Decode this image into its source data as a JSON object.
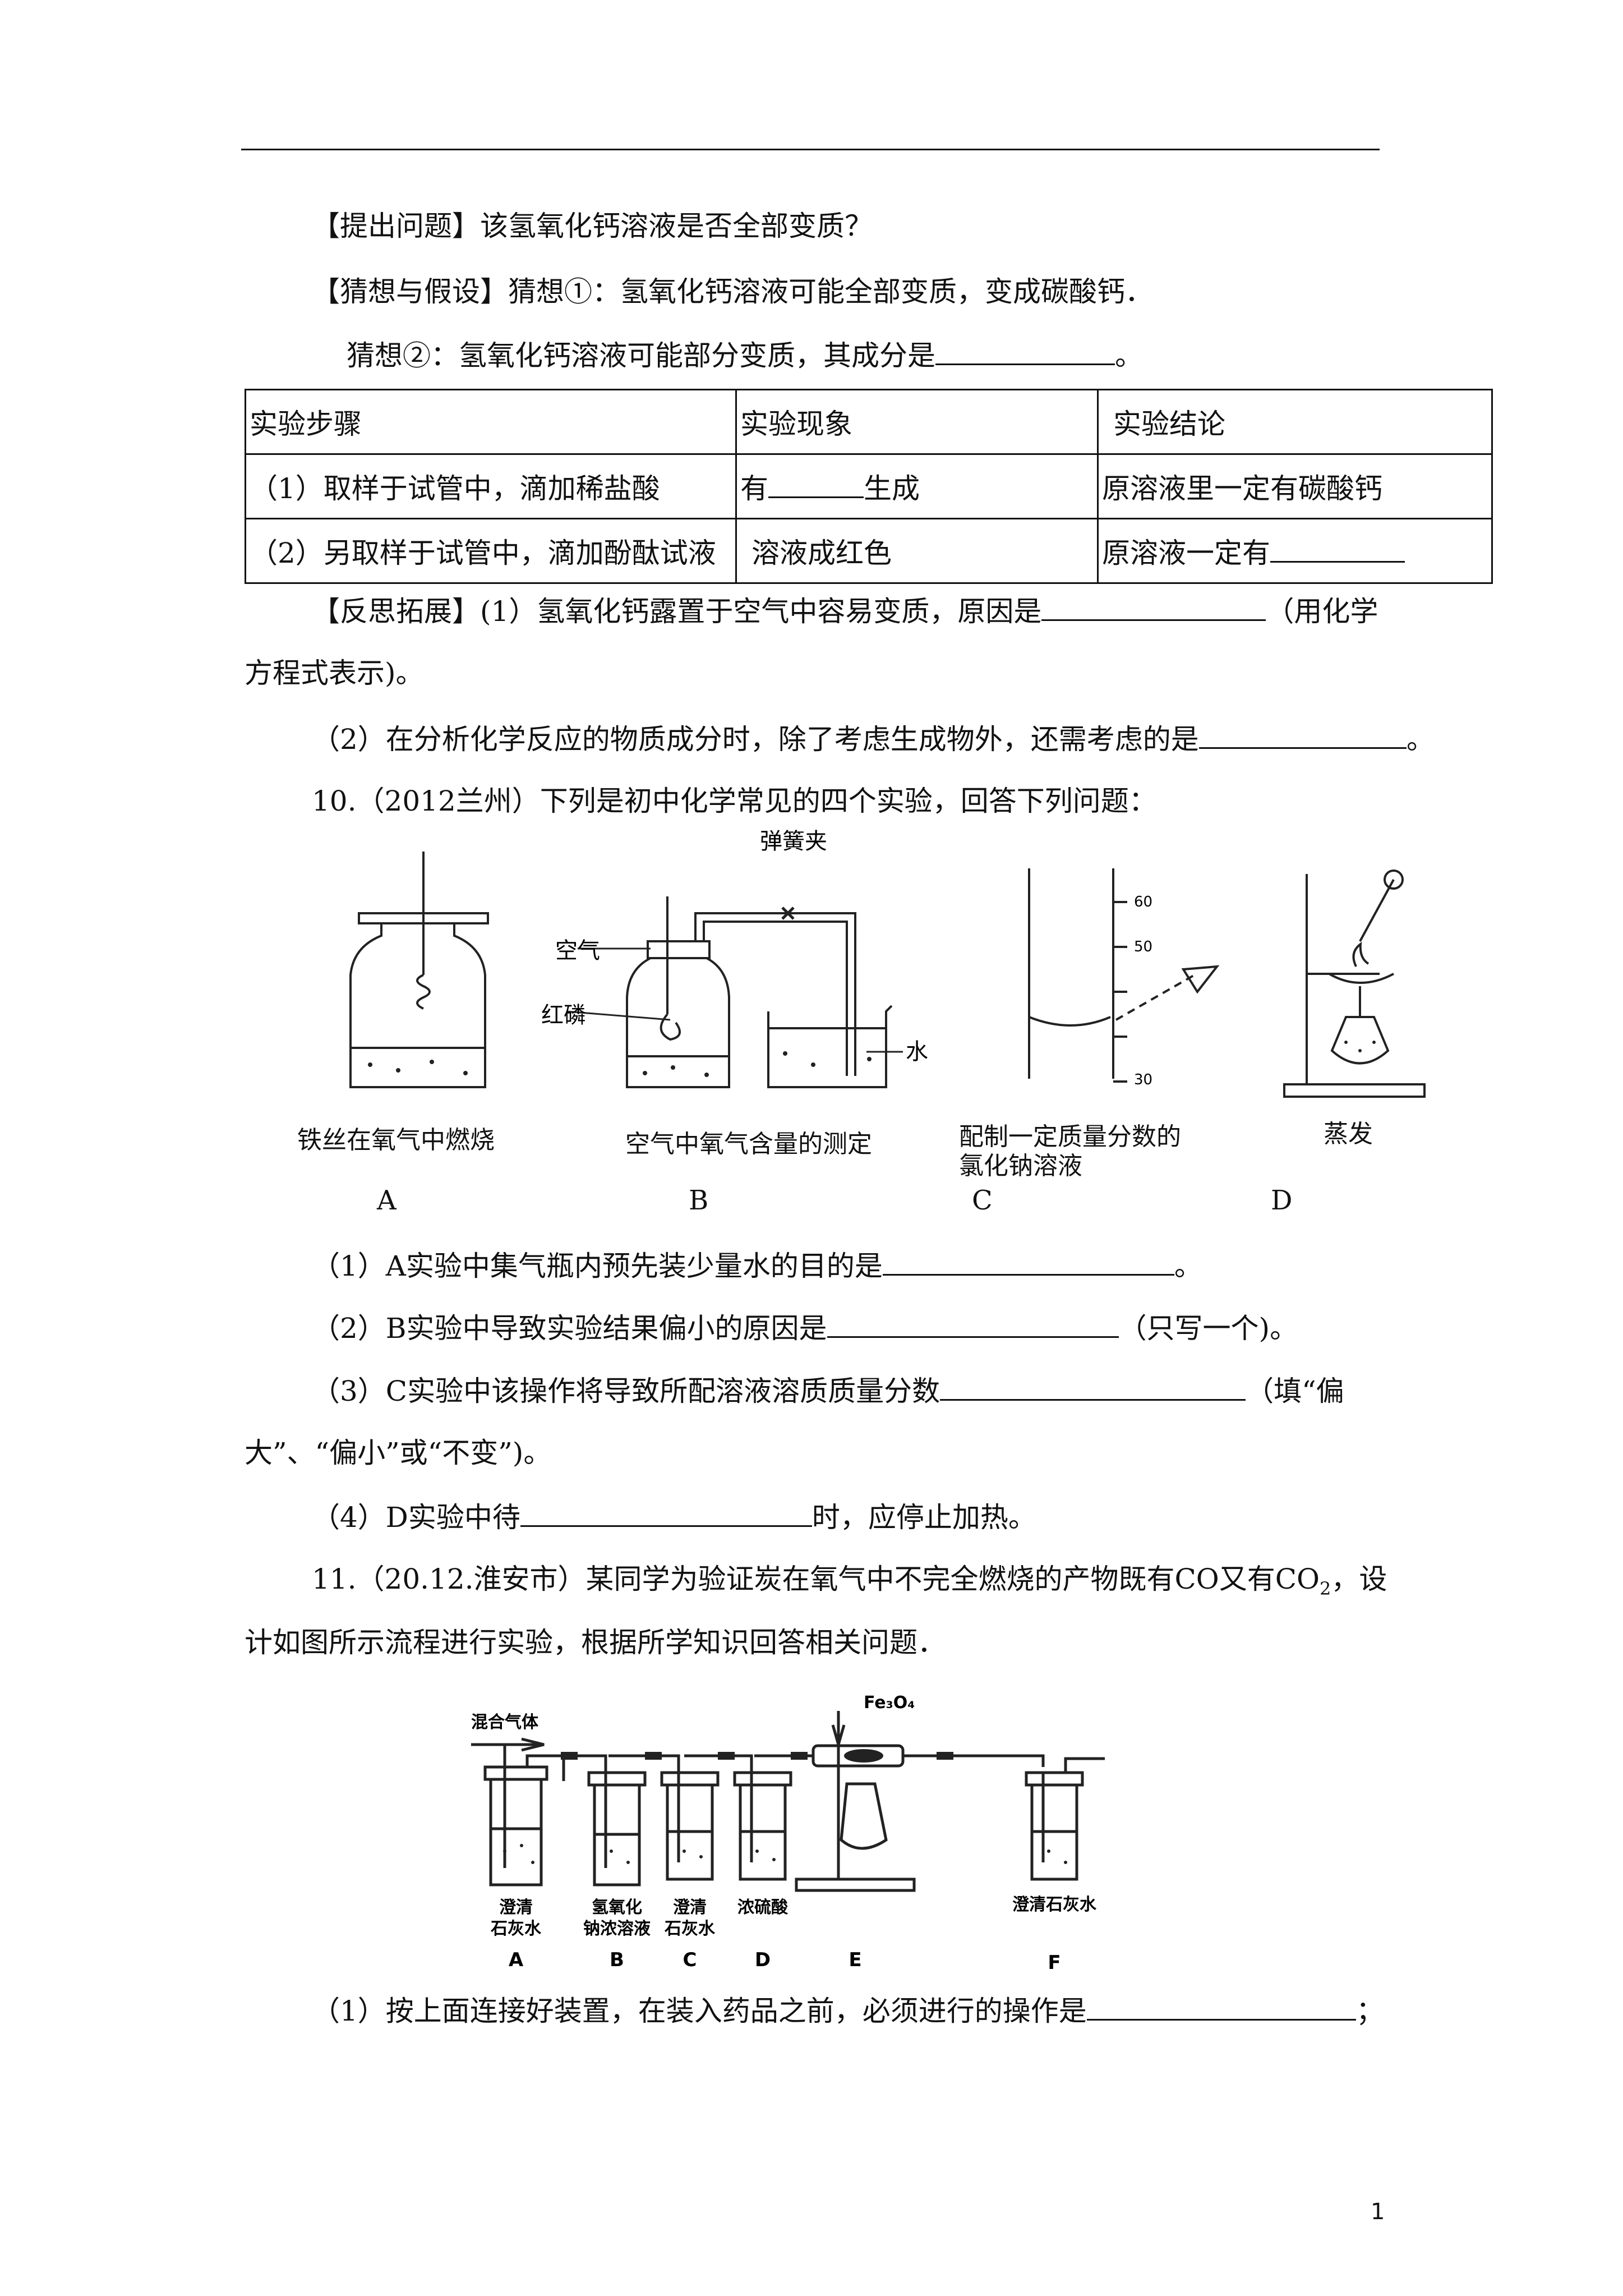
{
  "lines": {
    "q_problem": "【提出问题】该氢氧化钙溶液是否全部变质？",
    "q_guess1": "【猜想与假设】猜想①：氢氧化钙溶液可能全部变质，变成碳酸钙．",
    "q_guess2_a": "猜想②：氢氧化钙溶液可能部分变质，其成分是",
    "q_guess2_b": "。",
    "reflect1_a": "【反思拓展】(1）氢氧化钙露置于空气中容易变质，原因是",
    "reflect1_b": "（用化学",
    "reflect1_c": "方程式表示)。",
    "reflect2_a": "（2）在分析化学反应的物质成分时，除了考虑生成物外，还需考虑的是",
    "reflect2_b": "。",
    "q10": "10.（2012兰州）下列是初中化学常见的四个实验，回答下列问题：",
    "q10_1a": "（1）A实验中集气瓶内预先装少量水的目的是",
    "q10_1b": "。",
    "q10_2a": "（2）B实验中导致实验结果偏小的原因是",
    "q10_2b": "（只写一个)。",
    "q10_3a": "（3）C实验中该操作将导致所配溶液溶质质量分数",
    "q10_3b": "（填“偏",
    "q10_3c": "大”、“偏小”或“不变”)。",
    "q10_4a": "（4）D实验中待",
    "q10_4b": "时，应停止加热。",
    "q11_a": "11.（20.12.淮安市）某同学为验证炭在氧气中不完全燃烧的产物既有CO又有CO",
    "q11_sub": "2",
    "q11_b": "，设",
    "q11_c": "计如图所示流程进行实验，根据所学知识回答相关问题．",
    "q11_1a": "（1）按上面连接好装置，在装入药品之前，必须进行的操作是",
    "q11_1b": "；"
  },
  "table": {
    "headers": [
      "实验步骤",
      "实验现象",
      "实验结论"
    ],
    "rows": [
      {
        "step": "（1）取样于试管中，滴加稀盐酸",
        "obs_a": "有",
        "obs_b": "生成",
        "concl": "原溶液里一定有碳酸钙"
      },
      {
        "step": "（2）另取样于试管中，滴加酚酞试液",
        "obs": "溶液成红色",
        "concl": "原溶液一定有"
      }
    ]
  },
  "fig10": {
    "captions": [
      "铁丝在氧气中燃烧",
      "空气中氧气含量的测定",
      "配制一定质量分数的",
      "氯化钠溶液",
      "蒸发"
    ],
    "labels": {
      "clamp": "弹簧夹",
      "air": "空气",
      "phosphorus": "红磷",
      "water": "水"
    },
    "scale": [
      "60",
      "50",
      "30"
    ],
    "letters": [
      "A",
      "B",
      "C",
      "D"
    ]
  },
  "fig11": {
    "inlet": "混合气体",
    "reagent": "Fe₃O₄",
    "bottles": [
      {
        "line1": "澄清",
        "line2": "石灰水",
        "letter": "A"
      },
      {
        "line1": "氢氧化",
        "line2": "钠浓溶液",
        "letter": "B"
      },
      {
        "line1": "澄清",
        "line2": "石灰水",
        "letter": "C"
      },
      {
        "line1": "浓硫酸",
        "line2": "",
        "letter": "D"
      },
      {
        "line1": "",
        "line2": "",
        "letter": "E"
      },
      {
        "line1": "澄清石灰水",
        "line2": "",
        "letter": "F"
      }
    ]
  },
  "page_number": "1"
}
